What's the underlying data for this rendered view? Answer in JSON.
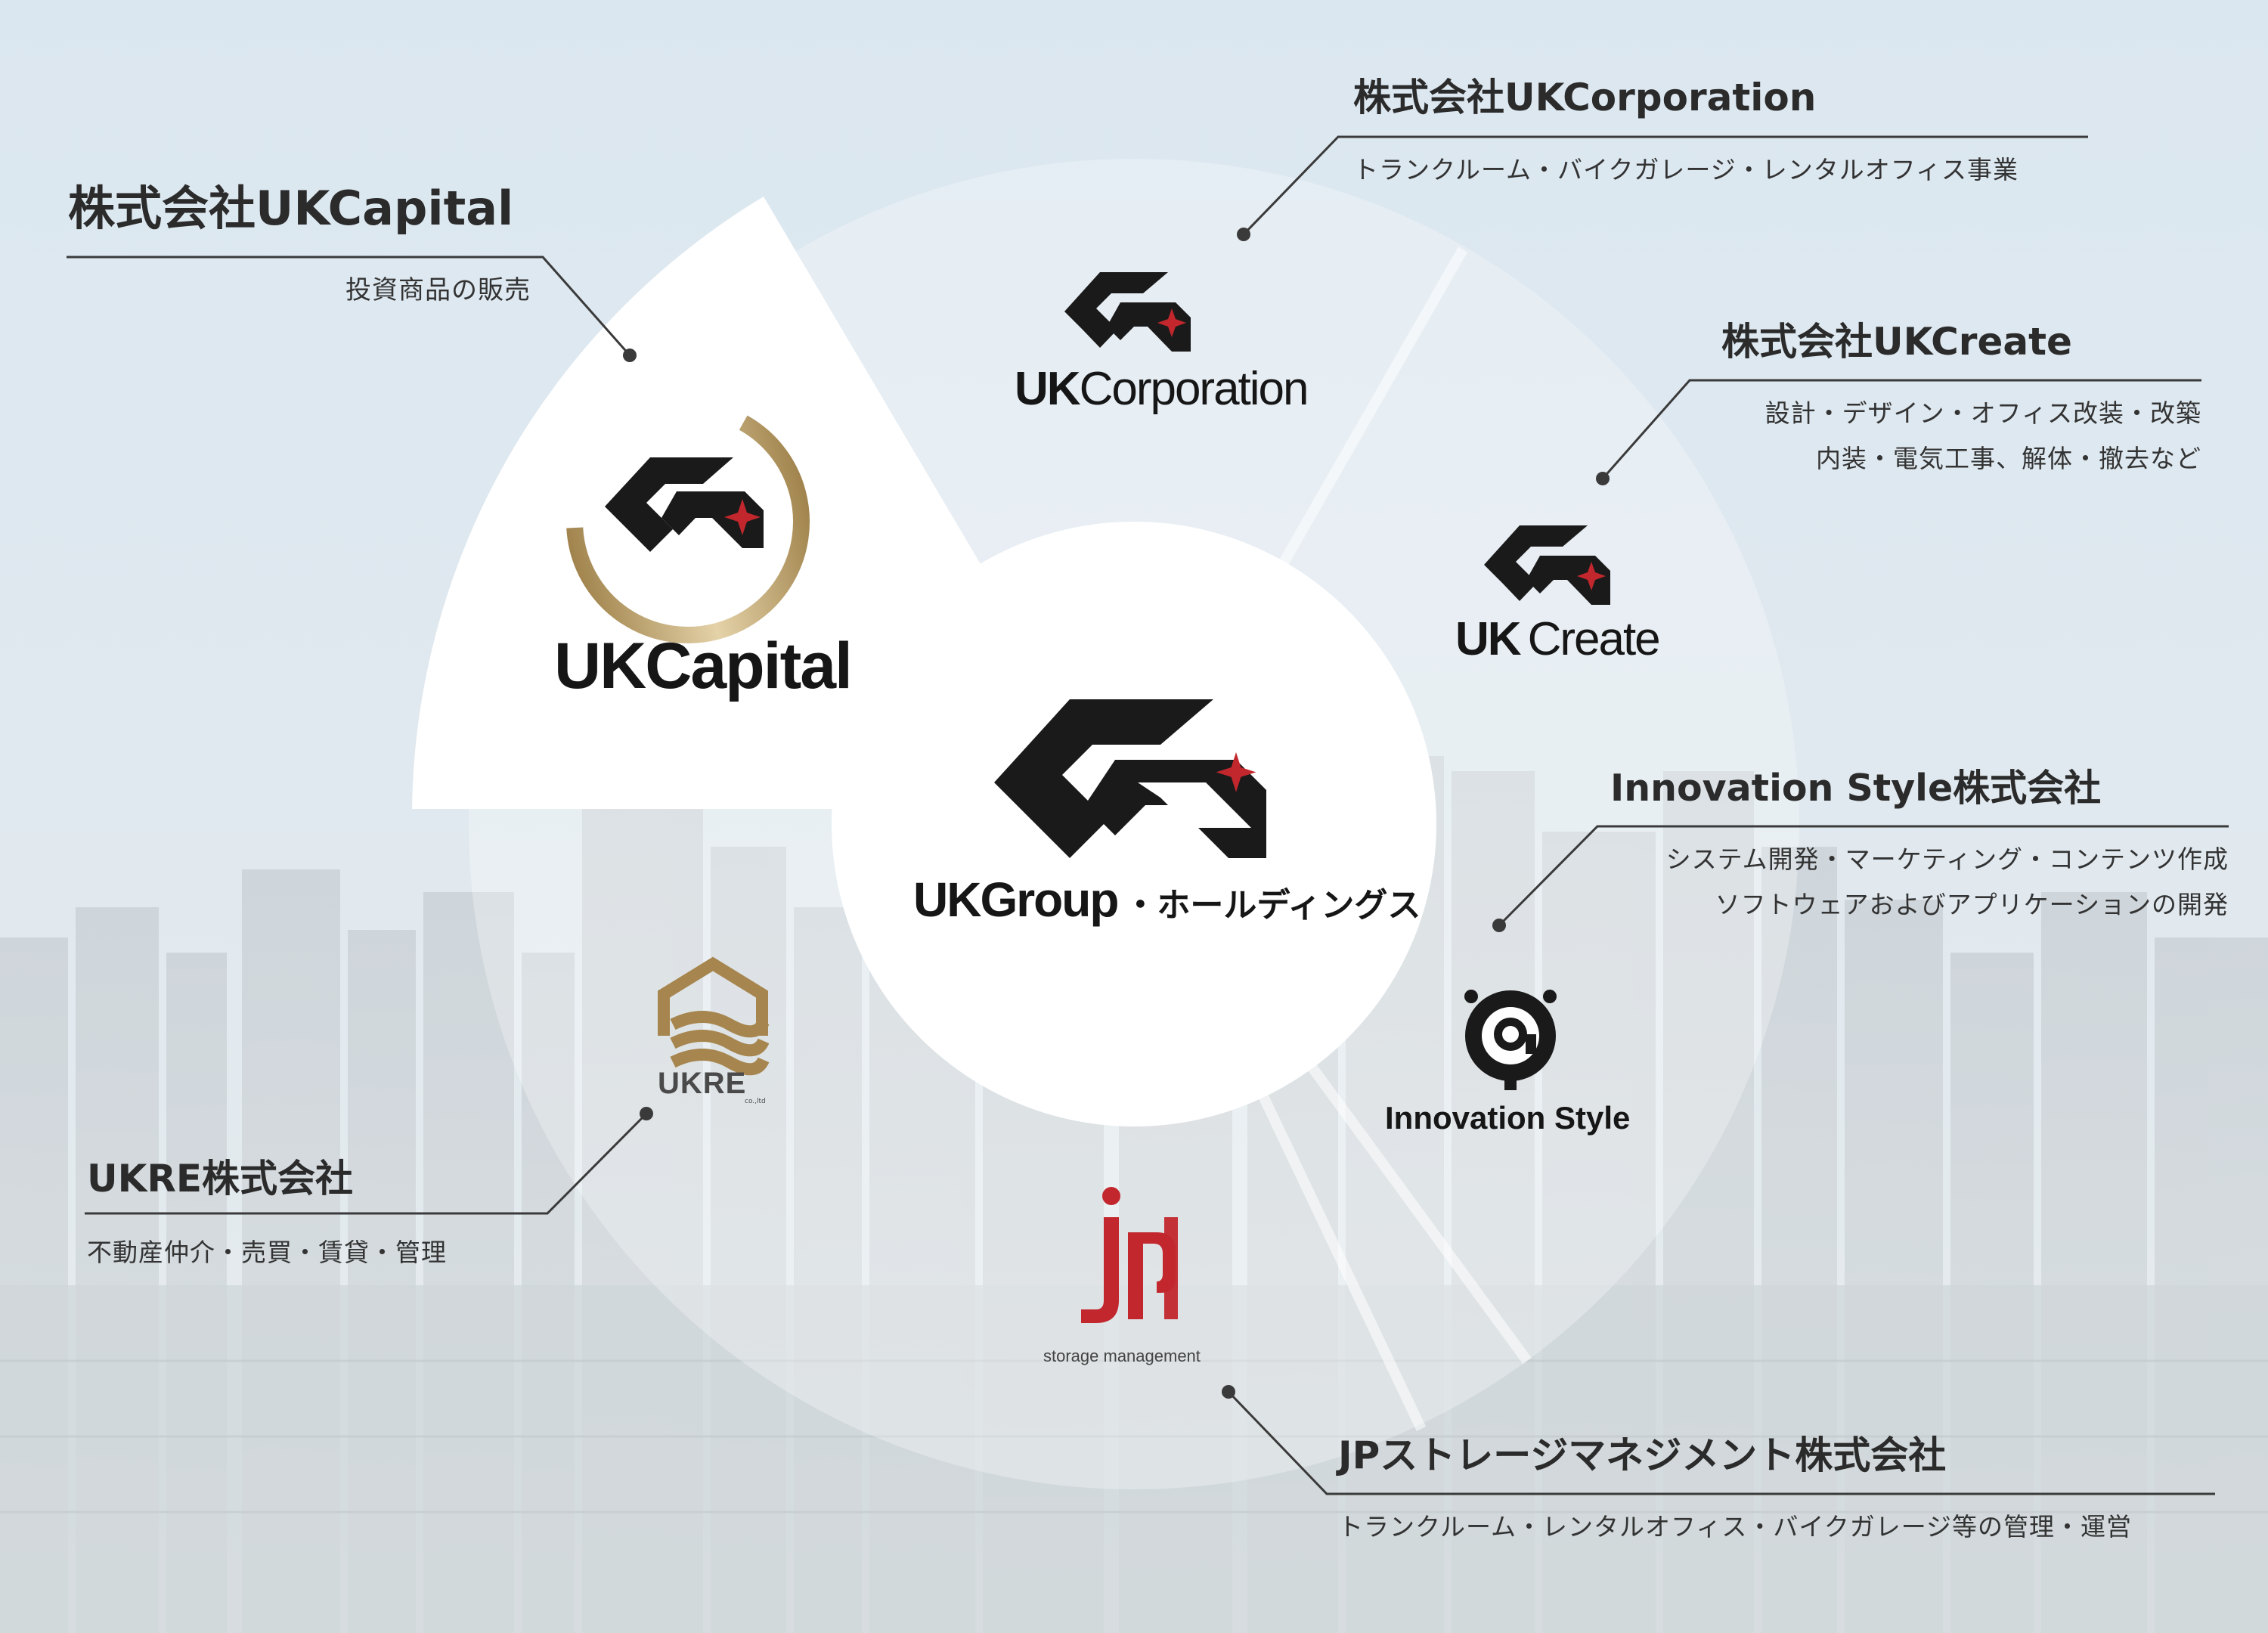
{
  "colors": {
    "accent_red": "#c1272d",
    "gold": "#b8975a",
    "dark": "#1a1a1a",
    "ukre_gold": "#a6854e"
  },
  "center": {
    "logo_icon": "uk-group-emblem-icon",
    "name_uk": "UK",
    "name_group": "Group",
    "name_holdings": "・ホールディングス"
  },
  "companies": {
    "uk_capital": {
      "title": "株式会社UKCapital",
      "desc": "投資商品の販売",
      "logo_text": "UKCapital"
    },
    "uk_corporation": {
      "title": "株式会社UKCorporation",
      "desc": "トランクルーム・バイクガレージ・レンタルオフィス事業",
      "logo_uk": "UK",
      "logo_rest": "Corporation"
    },
    "uk_create": {
      "title": "株式会社UKCreate",
      "desc_line1": "設計・デザイン・オフィス改装・改築",
      "desc_line2": "内装・電気工事、解体・撤去など",
      "logo_uk": "UK",
      "logo_rest": "Create"
    },
    "innovation_style": {
      "title": "Innovation Style株式会社",
      "desc_line1": "システム開発・マーケティング・コンテンツ作成",
      "desc_line2": "ソフトウェアおよびアプリケーションの開発",
      "logo_text": "Innovation Style"
    },
    "ukre": {
      "title": "UKRE株式会社",
      "desc": "不動産仲介・売買・賃貸・管理",
      "logo_text": "UKRE",
      "logo_sub": "co.,ltd"
    },
    "jp_storage": {
      "title": "JPストレージマネジメント株式会社",
      "desc": "トランクルーム・レンタルオフィス・バイクガレージ等の管理・運営",
      "logo_text": "storage management"
    }
  }
}
